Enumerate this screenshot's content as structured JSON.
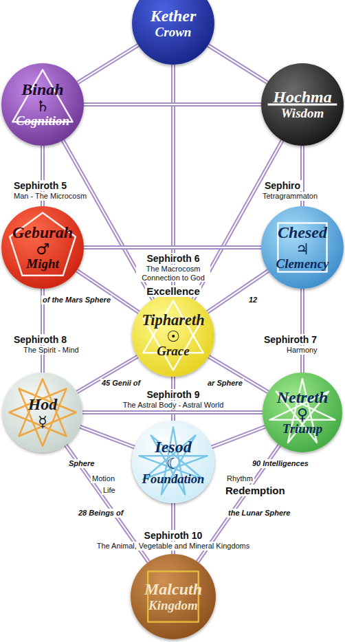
{
  "diagram": {
    "nodes": [
      {
        "text": [
          "Kether",
          "Crown"
        ]
      },
      {
        "text": [
          "Binah",
          "♄",
          "Cognition"
        ]
      },
      {
        "text": [
          "Hochma",
          "Wisdom"
        ]
      },
      {
        "text": [
          "Geburah",
          "♂",
          "Might"
        ]
      },
      {
        "text": [
          "Chesed",
          "♃",
          "Clemency"
        ]
      },
      {
        "text": [
          "Tiphareth",
          "☉",
          "Grace"
        ]
      },
      {
        "text": [
          "Hod",
          "☿"
        ]
      },
      {
        "text": [
          "Netreth",
          "♀",
          "Triump"
        ]
      },
      {
        "text": [
          "Iesod",
          "☾",
          "Foundation"
        ]
      },
      {
        "text": [
          "Malcuth",
          "Kingdom"
        ]
      }
    ],
    "edges": [
      {
        "from": 0,
        "to": 1,
        "arrow": "none"
      },
      {
        "from": 0,
        "to": 2,
        "arrow": "none"
      },
      {
        "from": 0,
        "to": 5,
        "arrow": "none"
      },
      {
        "from": 1,
        "to": 2,
        "arrow": "none"
      },
      {
        "from": 1,
        "to": 3,
        "arrow": "none"
      },
      {
        "from": 1,
        "to": 5,
        "arrow": "none"
      },
      {
        "from": 2,
        "to": 4,
        "arrow": "none"
      },
      {
        "from": 2,
        "to": 5,
        "arrow": "none"
      },
      {
        "from": 3,
        "to": 4,
        "arrow": "none"
      },
      {
        "from": 3,
        "to": 5,
        "arrow": "none"
      },
      {
        "from": 4,
        "to": 5,
        "arrow": "none"
      },
      {
        "from": 3,
        "to": 6,
        "arrow": "none"
      },
      {
        "from": 4,
        "to": 7,
        "arrow": "none"
      },
      {
        "from": 5,
        "to": 6,
        "arrow": "none"
      },
      {
        "from": 5,
        "to": 7,
        "arrow": "none"
      },
      {
        "from": 5,
        "to": 8,
        "arrow": "none"
      },
      {
        "from": 6,
        "to": 7,
        "arrow": "none"
      },
      {
        "from": 6,
        "to": 8,
        "arrow": "none"
      },
      {
        "from": 7,
        "to": 8,
        "arrow": "none"
      },
      {
        "from": 6,
        "to": 9,
        "arrow": "none"
      },
      {
        "from": 7,
        "to": 9,
        "arrow": "none"
      },
      {
        "from": 8,
        "to": 9,
        "arrow": "none"
      }
    ],
    "labels": [
      "Sephiroth 5",
      "Man - The Microcosm",
      "Sephiro",
      "Tetragrammaton",
      "Sephiroth 6",
      "The Macrocosm Connection to God",
      "Excellence",
      "of the Mars Sphere",
      "12",
      "Sephiroth 8",
      "The Spirit - Mind",
      "Sephiroth 7",
      "Harmony",
      "45 Genii of",
      "ar Sphere",
      "Sephiroth 9",
      "The Astral Body - Astral World",
      "Sphere",
      "90 Intelligences",
      "Motion",
      "Life",
      "Rhythm",
      "Redemption",
      "28 Beings of",
      "the Lunar Sphere",
      "Sephiroth 10",
      "The Animal, Vegetable and Mineral Kingdoms"
    ]
  }
}
